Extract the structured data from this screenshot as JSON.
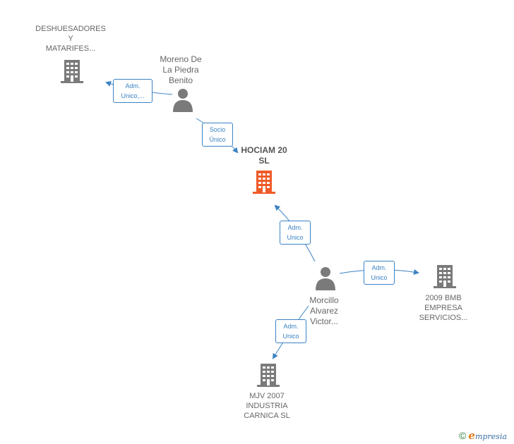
{
  "colors": {
    "edge": "#3b82c4",
    "node_gray": "#7a7a7a",
    "node_main": "#f05a28"
  },
  "nodes": {
    "deshuesadores": {
      "label": "DESHUESADORES\nY\nMATARIFES...",
      "icon": "building-icon"
    },
    "moreno": {
      "label": "Moreno De\nLa Piedra\nBenito",
      "icon": "person-icon"
    },
    "hociam": {
      "label": "HOCIAM 20\nSL",
      "icon": "building-icon"
    },
    "morcillo": {
      "label": "Morcillo\nAlvarez\nVictor...",
      "icon": "person-icon"
    },
    "bmb": {
      "label": "2009 BMB\nEMPRESA\nSERVICIOS...",
      "icon": "building-icon"
    },
    "mjv": {
      "label": "MJV 2007\nINDUSTRIA\nCARNICA  SL",
      "icon": "building-icon"
    }
  },
  "edges": {
    "moreno_deshuesadores": {
      "label": "Adm.\nUnico,..."
    },
    "moreno_hociam": {
      "label": "Socio\nÚnico"
    },
    "morcillo_hociam": {
      "label": "Adm.\nUnico"
    },
    "morcillo_bmb": {
      "label": "Adm.\nUnico"
    },
    "morcillo_mjv": {
      "label": "Adm.\nUnico"
    }
  },
  "footer": {
    "copyright": "©",
    "brand_initial": "e",
    "brand_rest": "mpresia"
  }
}
